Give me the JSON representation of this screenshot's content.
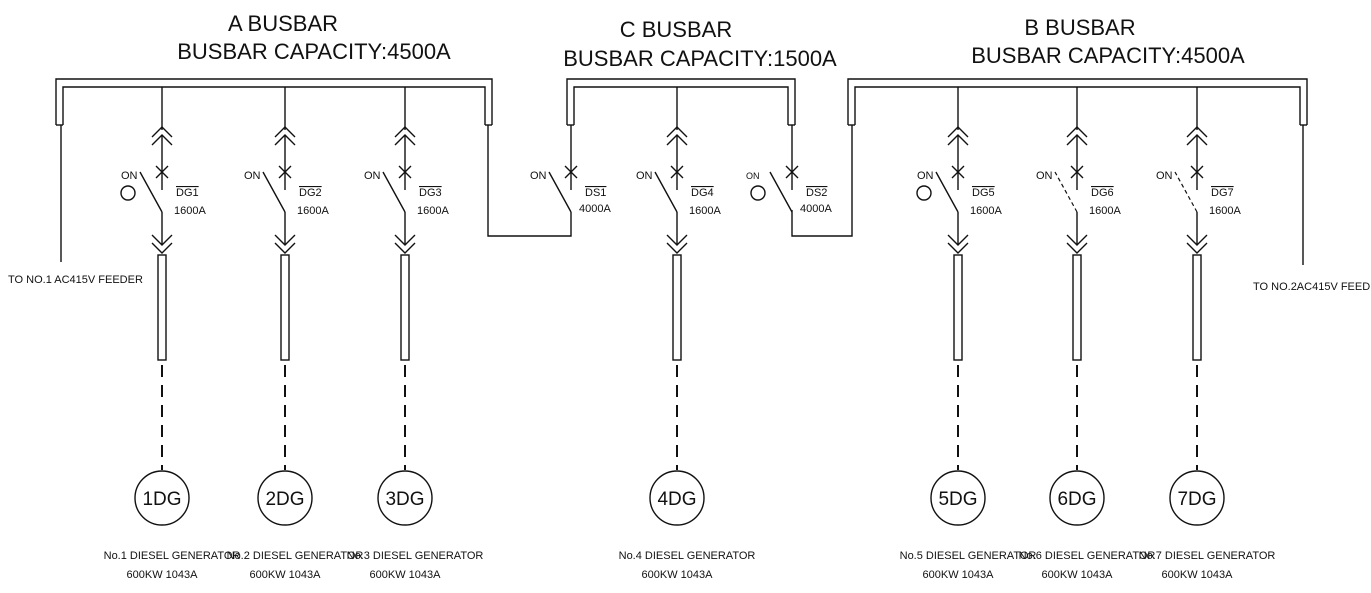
{
  "busbars": {
    "a": {
      "title": "A BUSBAR",
      "capacity": "BUSBAR CAPACITY:4500A"
    },
    "c": {
      "title": "C BUSBAR",
      "capacity": "BUSBAR CAPACITY:1500A"
    },
    "b": {
      "title": "B BUSBAR",
      "capacity": "BUSBAR CAPACITY:4500A"
    }
  },
  "feeders": {
    "left": "TO NO.1 AC415V FEEDER",
    "right": "TO NO.2AC415V FEEDER"
  },
  "generators": [
    {
      "switch_id": "DG1",
      "rating": "1600A",
      "on_label": "ON",
      "indicator": true,
      "dashed": false,
      "gen_label": "1DG",
      "name": "No.1 DIESEL GENERATOR",
      "spec": "600KW 1043A"
    },
    {
      "switch_id": "DG2",
      "rating": "1600A",
      "on_label": "ON",
      "indicator": false,
      "dashed": false,
      "gen_label": "2DG",
      "name": "No.2 DIESEL GENERATOR",
      "spec": "600KW 1043A"
    },
    {
      "switch_id": "DG3",
      "rating": "1600A",
      "on_label": "ON",
      "indicator": false,
      "dashed": false,
      "gen_label": "3DG",
      "name": "No.3 DIESEL GENERATOR",
      "spec": "600KW 1043A"
    },
    {
      "switch_id": "DG4",
      "rating": "1600A",
      "on_label": "ON",
      "indicator": false,
      "dashed": false,
      "gen_label": "4DG",
      "name": "No.4 DIESEL GENERATOR",
      "spec": "600KW 1043A"
    },
    {
      "switch_id": "DG5",
      "rating": "1600A",
      "on_label": "ON",
      "indicator": true,
      "dashed": false,
      "gen_label": "5DG",
      "name": "No.5 DIESEL GENERATOR",
      "spec": "600KW 1043A"
    },
    {
      "switch_id": "DG6",
      "rating": "1600A",
      "on_label": "ON",
      "indicator": false,
      "dashed": true,
      "gen_label": "6DG",
      "name": "No.6 DIESEL GENERATOR",
      "spec": "600KW 1043A"
    },
    {
      "switch_id": "DG7",
      "rating": "1600A",
      "on_label": "ON",
      "indicator": false,
      "dashed": true,
      "gen_label": "7DG",
      "name": "No.7 DIESEL GENERATOR",
      "spec": "600KW 1043A"
    }
  ],
  "tie_switches": [
    {
      "switch_id": "DS1",
      "rating": "4000A",
      "on_label": "ON",
      "indicator": false
    },
    {
      "switch_id": "DS2",
      "rating": "4000A",
      "on_label": "ON",
      "indicator": true
    }
  ]
}
